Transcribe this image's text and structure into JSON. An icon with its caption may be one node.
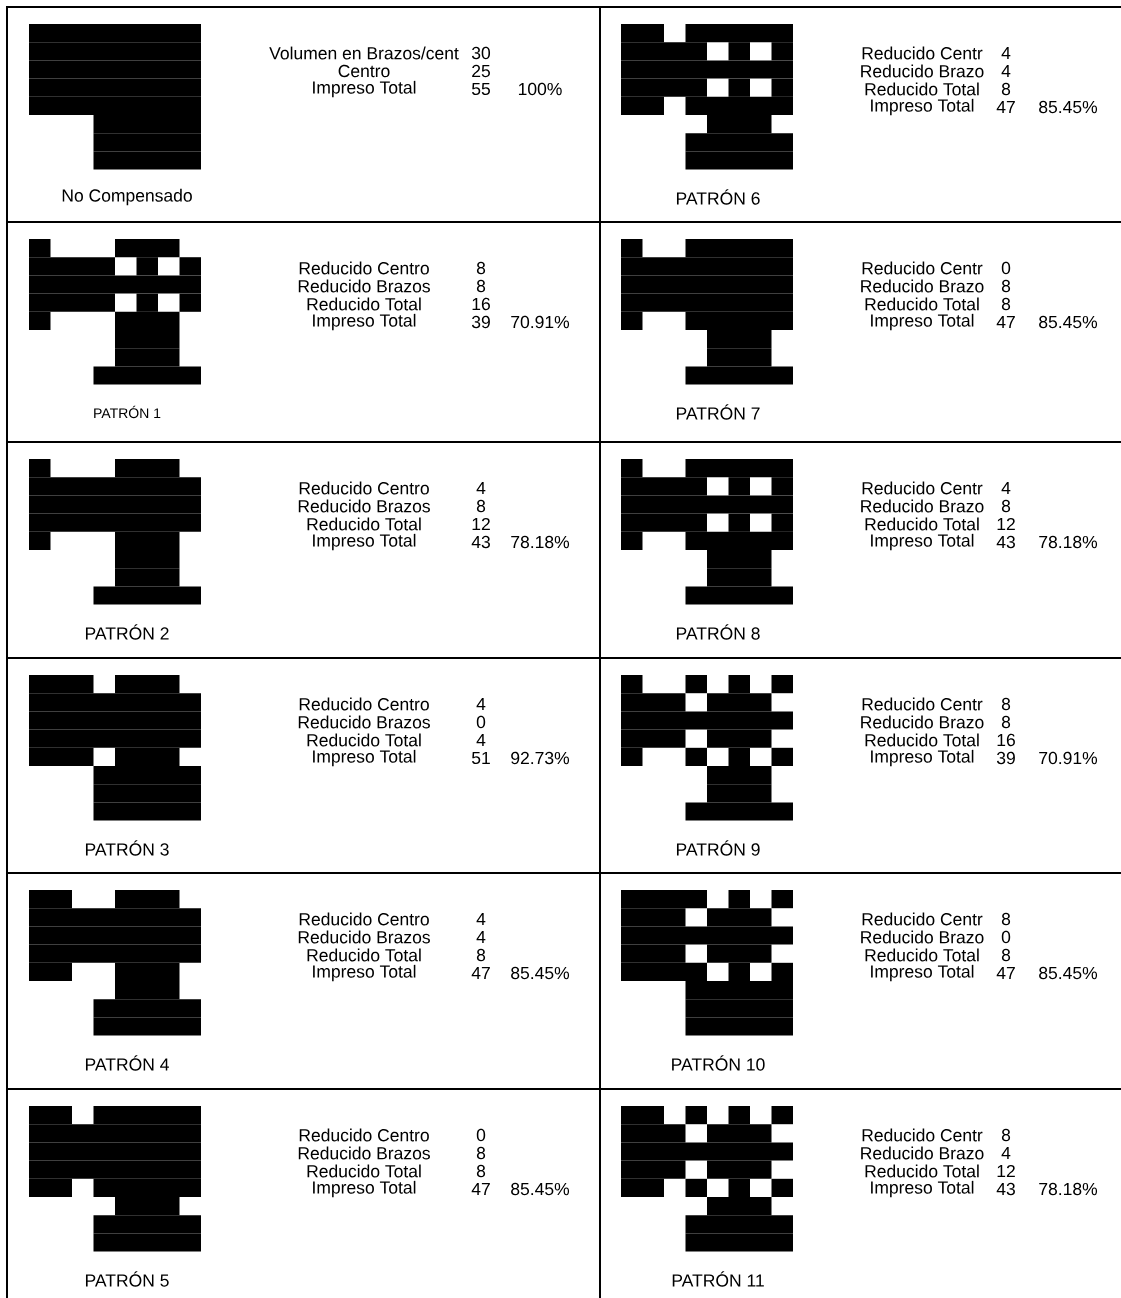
{
  "diagram": {
    "nodes": [
      {
        "text": [
          "Volumen en Brazos/cent",
          "30",
          "Centro",
          "25",
          "Impreso Total",
          "55",
          "100%",
          "No Compensado"
        ]
      },
      {
        "text": [
          "Reducido Centr",
          "4",
          "Reducido Brazo",
          "4",
          "Reducido Total",
          "8",
          "Impreso Total",
          "47",
          "85.45%",
          "PATRÓN 6"
        ]
      },
      {
        "text": [
          "Reducido Centro",
          "8",
          "Reducido Brazos",
          "8",
          "Reducido Total",
          "16",
          "Impreso Total",
          "39",
          "70.91%",
          "PATRÓN 1"
        ]
      },
      {
        "text": [
          "Reducido Centr",
          "0",
          "Reducido Brazo",
          "8",
          "Reducido Total",
          "8",
          "Impreso Total",
          "47",
          "85.45%",
          "PATRÓN 7"
        ]
      },
      {
        "text": [
          "Reducido Centro",
          "4",
          "Reducido Brazos",
          "8",
          "Reducido Total",
          "12",
          "Impreso Total",
          "43",
          "78.18%",
          "PATRÓN 2"
        ]
      },
      {
        "text": [
          "Reducido Centr",
          "4",
          "Reducido Brazo",
          "8",
          "Reducido Total",
          "12",
          "Impreso Total",
          "43",
          "78.18%",
          "PATRÓN 8"
        ]
      },
      {
        "text": [
          "Reducido Centro",
          "4",
          "Reducido Brazos",
          "0",
          "Reducido Total",
          "4",
          "Impreso Total",
          "51",
          "92.73%",
          "PATRÓN 3"
        ]
      },
      {
        "text": [
          "Reducido Centr",
          "8",
          "Reducido Brazo",
          "8",
          "Reducido Total",
          "16",
          "Impreso Total",
          "39",
          "70.91%",
          "PATRÓN 9"
        ]
      },
      {
        "text": [
          "Reducido Centro",
          "4",
          "Reducido Brazos",
          "4",
          "Reducido Total",
          "8",
          "Impreso Total",
          "47",
          "85.45%",
          "PATRÓN 4"
        ]
      },
      {
        "text": [
          "Reducido Centr",
          "8",
          "Reducido Brazo",
          "0",
          "Reducido Total",
          "8",
          "Impreso Total",
          "47",
          "85.45%",
          "PATRÓN 10"
        ]
      },
      {
        "text": [
          "Reducido Centro",
          "0",
          "Reducido Brazos",
          "8",
          "Reducido Total",
          "8",
          "Impreso Total",
          "47",
          "85.45%",
          "PATRÓN 5"
        ]
      },
      {
        "text": [
          "Reducido Centr",
          "8",
          "Reducido Brazo",
          "4",
          "Reducido Total",
          "12",
          "Impreso Total",
          "43",
          "78.18%",
          "PATRÓN 11"
        ]
      }
    ]
  }
}
